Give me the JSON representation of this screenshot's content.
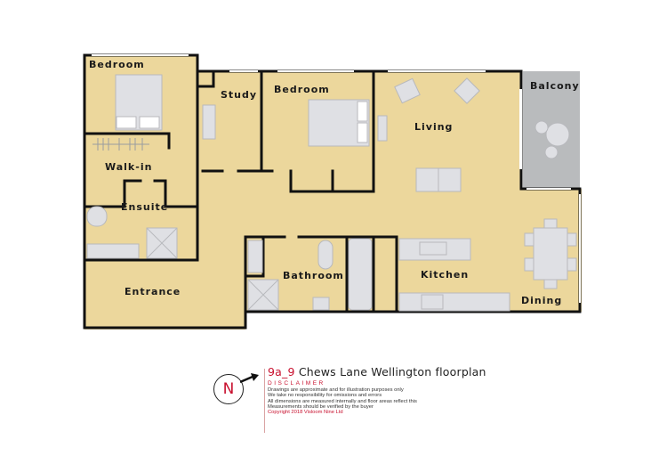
{
  "colors": {
    "floor": "#ecd79c",
    "wall": "#111111",
    "balcony": "#b9bbbd",
    "fixture": "#dfe0e4",
    "window": "#ffffff",
    "accent": "#c8102e"
  },
  "rooms": {
    "bedroom_main": "Bedroom",
    "study": "Study",
    "bedroom_second": "Bedroom",
    "living": "Living",
    "balcony": "Balcony",
    "walk_in": "Walk-in",
    "ensuite": "Ensuite",
    "entrance": "Entrance",
    "bathroom": "Bathroom",
    "kitchen": "Kitchen",
    "dining": "Dining"
  },
  "legend": {
    "compass_letter": "N",
    "unit": "9a_9",
    "address": "Chews Lane Wellington floorplan",
    "disclaimer_heading": "DISCLAIMER",
    "disclaimer_lines": [
      "Drawings are approximate and for illustration purposes only",
      "We take no responsibility for omissions and errors",
      "All dimensions are measured internally and floor areas reflect this",
      "Measurements should be verified by the buyer"
    ],
    "copyright": "Copyright 2018 Visloom Nine Ltd"
  }
}
